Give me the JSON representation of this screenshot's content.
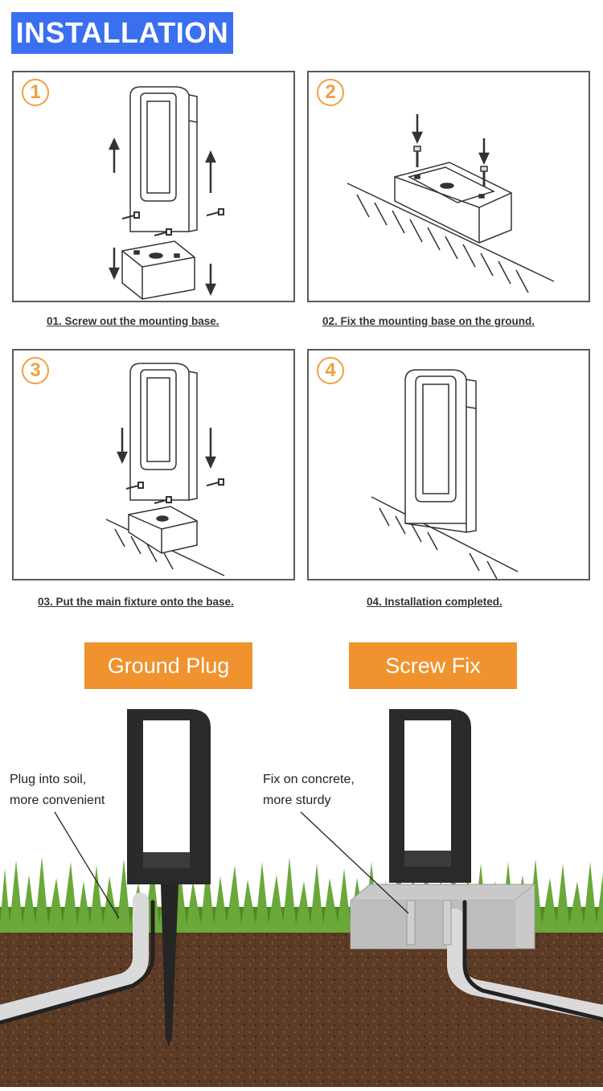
{
  "header": {
    "title": "INSTALLATION"
  },
  "steps": [
    {
      "number": "1",
      "caption": "01. Screw out the mounting base."
    },
    {
      "number": "2",
      "caption": "02. Fix the mounting base on the ground."
    },
    {
      "number": "3",
      "caption": "03. Put the main fixture onto the base."
    },
    {
      "number": "4",
      "caption": "04. Installation completed."
    }
  ],
  "methods": {
    "ground_plug": {
      "label": "Ground Plug",
      "note_line1": "Plug into soil,",
      "note_line2": "more convenient"
    },
    "screw_fix": {
      "label": "Screw Fix",
      "note_line1": "Fix on concrete,",
      "note_line2": "more sturdy"
    }
  },
  "colors": {
    "title_bg": "#3a6ff0",
    "accent_orange": "#f0932e",
    "step_number": "#f0a040",
    "box_border": "#5a5a5a",
    "soil": "#5b3a26",
    "grass": "#5f9a2e"
  },
  "icons": [
    "arrow-icon",
    "screw-icon"
  ]
}
